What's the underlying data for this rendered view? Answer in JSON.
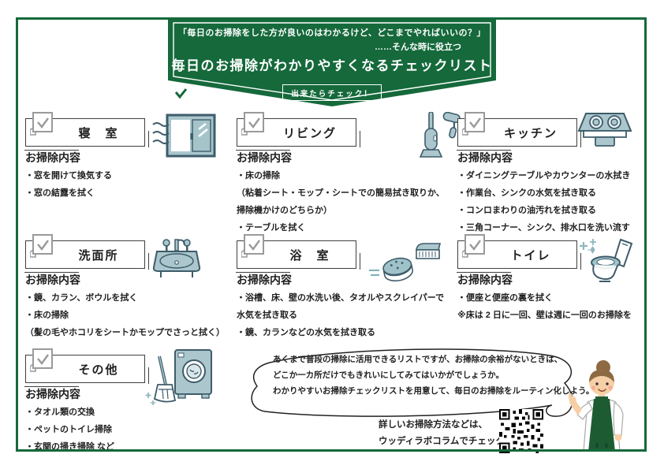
{
  "colors": {
    "green": "#15693b",
    "icon_fill": "#abc7cd",
    "icon_stroke": "#3e5c6a",
    "text": "#1f1f1f",
    "checkbox_gray": "#9a9a9a"
  },
  "banner": {
    "line1": "「毎日のお掃除をした方が良いのはわかるけど、どこまでやればいいの？」",
    "line2": "……そんな時に役立つ",
    "title": "毎日のお掃除がわかりやすくなるチェックリスト",
    "check_label": "出来たらチェック！"
  },
  "content_label": "お掃除内容",
  "sections": [
    {
      "title": "寝　室",
      "icon": "window-icon",
      "items": [
        "・窓を開けて換気する",
        "・窓の結露を拭く"
      ]
    },
    {
      "title": "リビング",
      "icon": "vacuum-roller-icon",
      "items": [
        "・床の掃除",
        "（粘着シート・モップ・シートでの簡易拭き取りか、",
        "掃除機かけのどちらか）",
        "・テーブルを拭く"
      ]
    },
    {
      "title": "キッチン",
      "icon": "stove-icon",
      "items": [
        "・ダイニングテーブルやカウンターの水拭き",
        "・作業台、シンクの水気を拭き取る",
        "・コンロまわりの油汚れを拭き取る",
        "・三角コーナー、シンク、排水口を洗い流す"
      ]
    },
    {
      "title": "洗面所",
      "icon": "sink-icon",
      "items": [
        "・鏡、カラン、ボウルを拭く",
        "・床の掃除",
        "（髪の毛やホコリをシートかモップでさっと拭く）"
      ]
    },
    {
      "title": "浴　室",
      "icon": "sponge-brush-icon",
      "items": [
        "・浴槽、床、壁の水洗い後、タオルやスクレイパーで",
        "水気を拭き取る",
        "・鏡、カランなどの水気を拭き取る"
      ]
    },
    {
      "title": "トイレ",
      "icon": "toilet-icon",
      "items": [
        "・便座と便座の裏を拭く",
        "※床は 2 日に一回、壁は週に一回のお掃除を"
      ]
    },
    {
      "title": "その他",
      "icon": "broom-washer-icon",
      "items": [
        "・タオル類の交換",
        "・ペットのトイレ掃除",
        "・玄関の掃き掃除 など"
      ]
    }
  ],
  "bubble": {
    "lines": [
      "あくまで普段の掃除に活用できるリストですが、お掃除の余裕がないときは、",
      "どこか一カ所だけでもきれいにしてみてはいかがでしょうか。",
      "わかりやすいお掃除チェックリストを用意して、毎日のお掃除をルーティン化しよう。"
    ]
  },
  "footer": {
    "line1": "詳しいお掃除方法などは、",
    "line2": "ウッディラボコラムでチェック☆"
  }
}
